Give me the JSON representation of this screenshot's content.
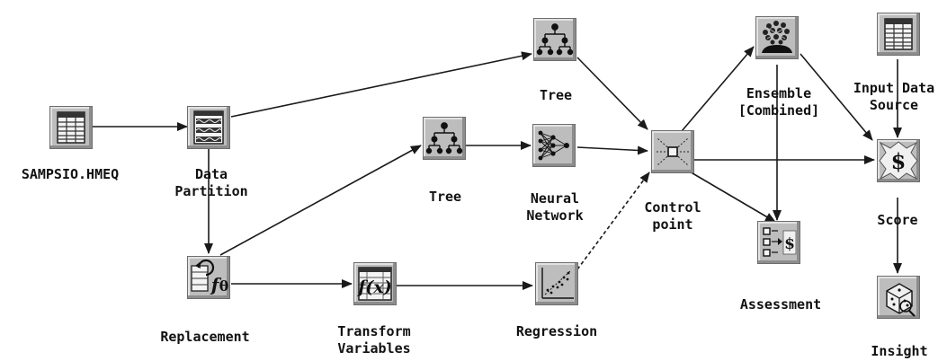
{
  "nodes": {
    "sampsio": {
      "label": "SAMPSIO.HMEQ",
      "icon": "data-table-icon"
    },
    "partition": {
      "label": "Data\nPartition",
      "icon": "data-partition-icon"
    },
    "tree_top": {
      "label": "Tree",
      "icon": "tree-icon"
    },
    "tree_mid": {
      "label": "Tree",
      "icon": "tree-icon"
    },
    "neural": {
      "label": "Neural\nNetwork",
      "icon": "neural-network-icon"
    },
    "control": {
      "label": "Control\npoint",
      "icon": "control-point-icon"
    },
    "ensemble": {
      "label": "Ensemble\n[Combined]",
      "icon": "ensemble-icon"
    },
    "input_data": {
      "label": "Input Data\nSource",
      "icon": "data-table-icon"
    },
    "score": {
      "label": "Score",
      "icon": "score-icon"
    },
    "assessment": {
      "label": "Assessment",
      "icon": "assessment-icon"
    },
    "replacement": {
      "label": "Replacement",
      "icon": "replacement-icon"
    },
    "transform": {
      "label": "Transform\nVariables",
      "icon": "transform-variables-icon"
    },
    "regression": {
      "label": "Regression",
      "icon": "regression-icon"
    },
    "insight": {
      "label": "Insight",
      "icon": "insight-icon"
    }
  },
  "colors": {
    "node_fill": "#bdbdbd",
    "line": "#1a1a1a"
  }
}
